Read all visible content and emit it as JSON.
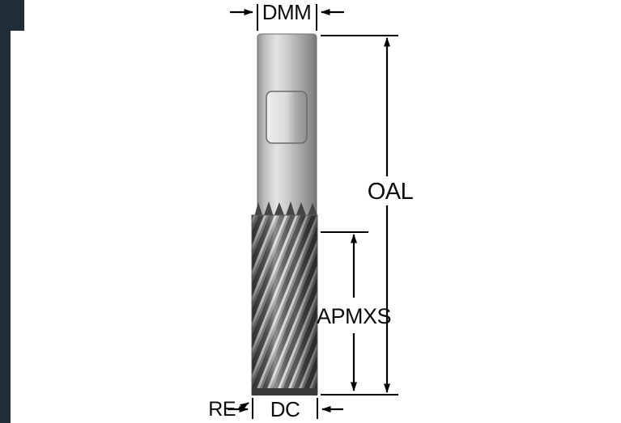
{
  "labels": {
    "dmm": "DMM",
    "oal": "OAL",
    "apmxs": "APMXS",
    "re": "RE",
    "dc": "DC"
  },
  "colors": {
    "frame_bar": "#1e2d38",
    "dimension_line": "#000000",
    "background": "#ffffff"
  }
}
